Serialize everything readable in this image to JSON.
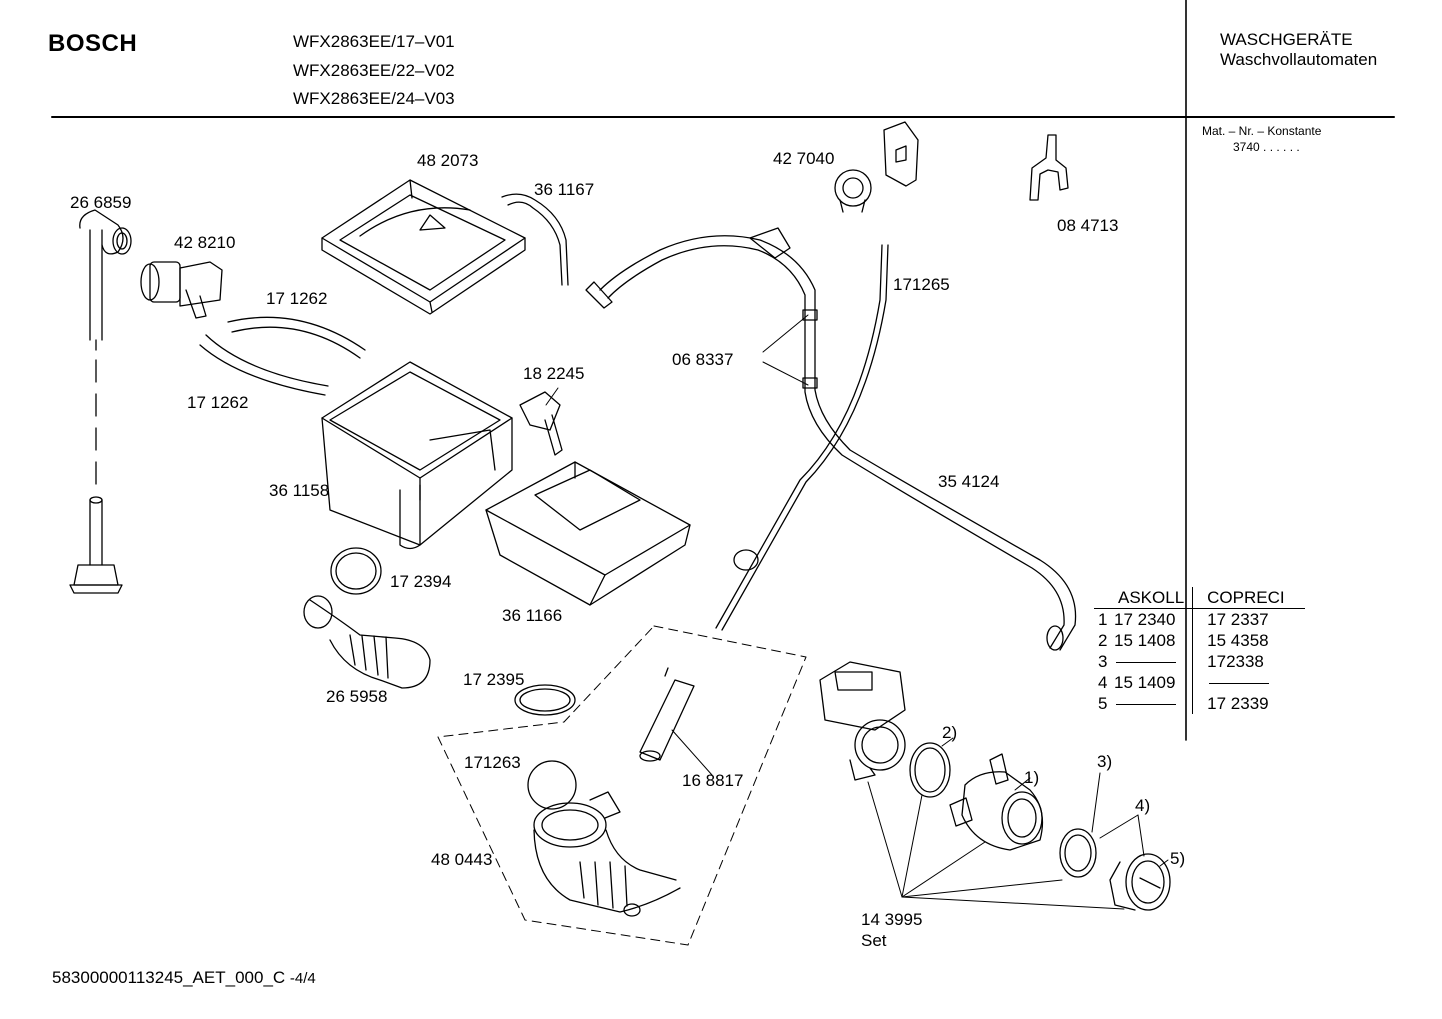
{
  "header": {
    "brand": "BOSCH",
    "models": [
      "WFX2863EE/17–V01",
      "WFX2863EE/22–V02",
      "WFX2863EE/24–V03"
    ],
    "category_line1": "WASCHGERÄTE",
    "category_line2": "Waschvollautomaten",
    "mat_label": "Mat. – Nr. – Konstante",
    "mat_value": "3740  .  .  .  .  .  ."
  },
  "parts": {
    "p266859": "26 6859",
    "p428210": "42 8210",
    "p482073": "48 2073",
    "p361167": "36 1167",
    "p427040": "42 7040",
    "p084713": "08 4713",
    "p171262a": "17 1262",
    "p171262b": "17 1262",
    "p171265": "171265",
    "p068337": "06 8337",
    "p182245": "18 2245",
    "p361158": "36 1158",
    "p354124": "35 4124",
    "p172394": "17 2394",
    "p361166": "36 1166",
    "p265958": "26 5958",
    "p172395": "17 2395",
    "p171263": "171263",
    "p168817": "16 8817",
    "p480443": "48 0443",
    "p143995": "14 3995",
    "set": "Set",
    "m1": "1)",
    "m2": "2)",
    "m3": "3)",
    "m4": "4)",
    "m5": "5)"
  },
  "table": {
    "col1": "ASKOLL",
    "col2": "COPRECI",
    "rows": [
      {
        "idx": "1",
        "askoll": "17 2340",
        "copreci": "17 2337"
      },
      {
        "idx": "2",
        "askoll": "15 1408",
        "copreci": "15 4358"
      },
      {
        "idx": "3",
        "askoll": "",
        "copreci": "172338"
      },
      {
        "idx": "4",
        "askoll": "15 1409",
        "copreci": ""
      },
      {
        "idx": "5",
        "askoll": "",
        "copreci": "17 2339"
      }
    ]
  },
  "footer": {
    "doc_id": "58300000113245_AET_000_C",
    "page": "-4/4"
  }
}
